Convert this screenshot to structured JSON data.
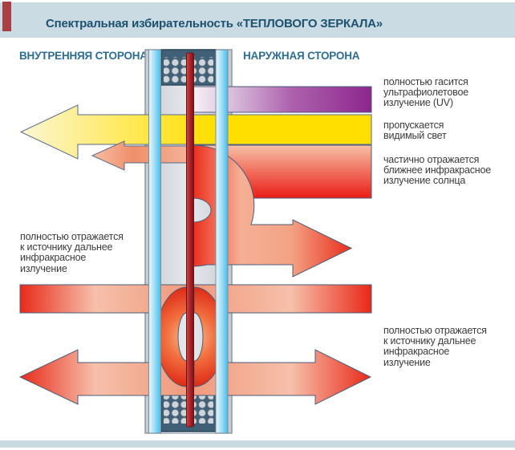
{
  "header": {
    "title": "Спектральная избирательность «ТЕПЛОВОГО ЗЕРКАЛА»"
  },
  "side_labels": {
    "inner": "ВНУТРЕННЯЯ СТОРОНА",
    "outer": "НАРУЖНАЯ СТОРОНА"
  },
  "annotations": {
    "uv": [
      "полностью гасится",
      "ультрафиолетовое",
      "излучение (UV)"
    ],
    "visible": [
      "пропускается",
      "видимый свет"
    ],
    "near_ir": [
      "частично отражается",
      "ближнее инфракрасное",
      "излучение солнца"
    ],
    "far_ir_inner": [
      "полностью отражается",
      "к источнику дальнее",
      "инфракрасное",
      "излучение"
    ],
    "far_ir_outer": [
      "полностью отражается",
      "к источнику дальнее",
      "инфракрасное",
      "излучение"
    ]
  },
  "colors": {
    "header_bg": "#cadbe3",
    "header_accent": "#a84043",
    "title_text": "#1c516f",
    "side_label_text": "#2f6d90",
    "uv_band": "#8d268e",
    "visible_band": "#ffdf00",
    "ir_band": "#ea1c16",
    "glass_pane": "#44bdec",
    "heat_mirror_film": "#a8242a",
    "spacer_box": "#3f6077",
    "footer_bar": "#c8d9e1"
  }
}
